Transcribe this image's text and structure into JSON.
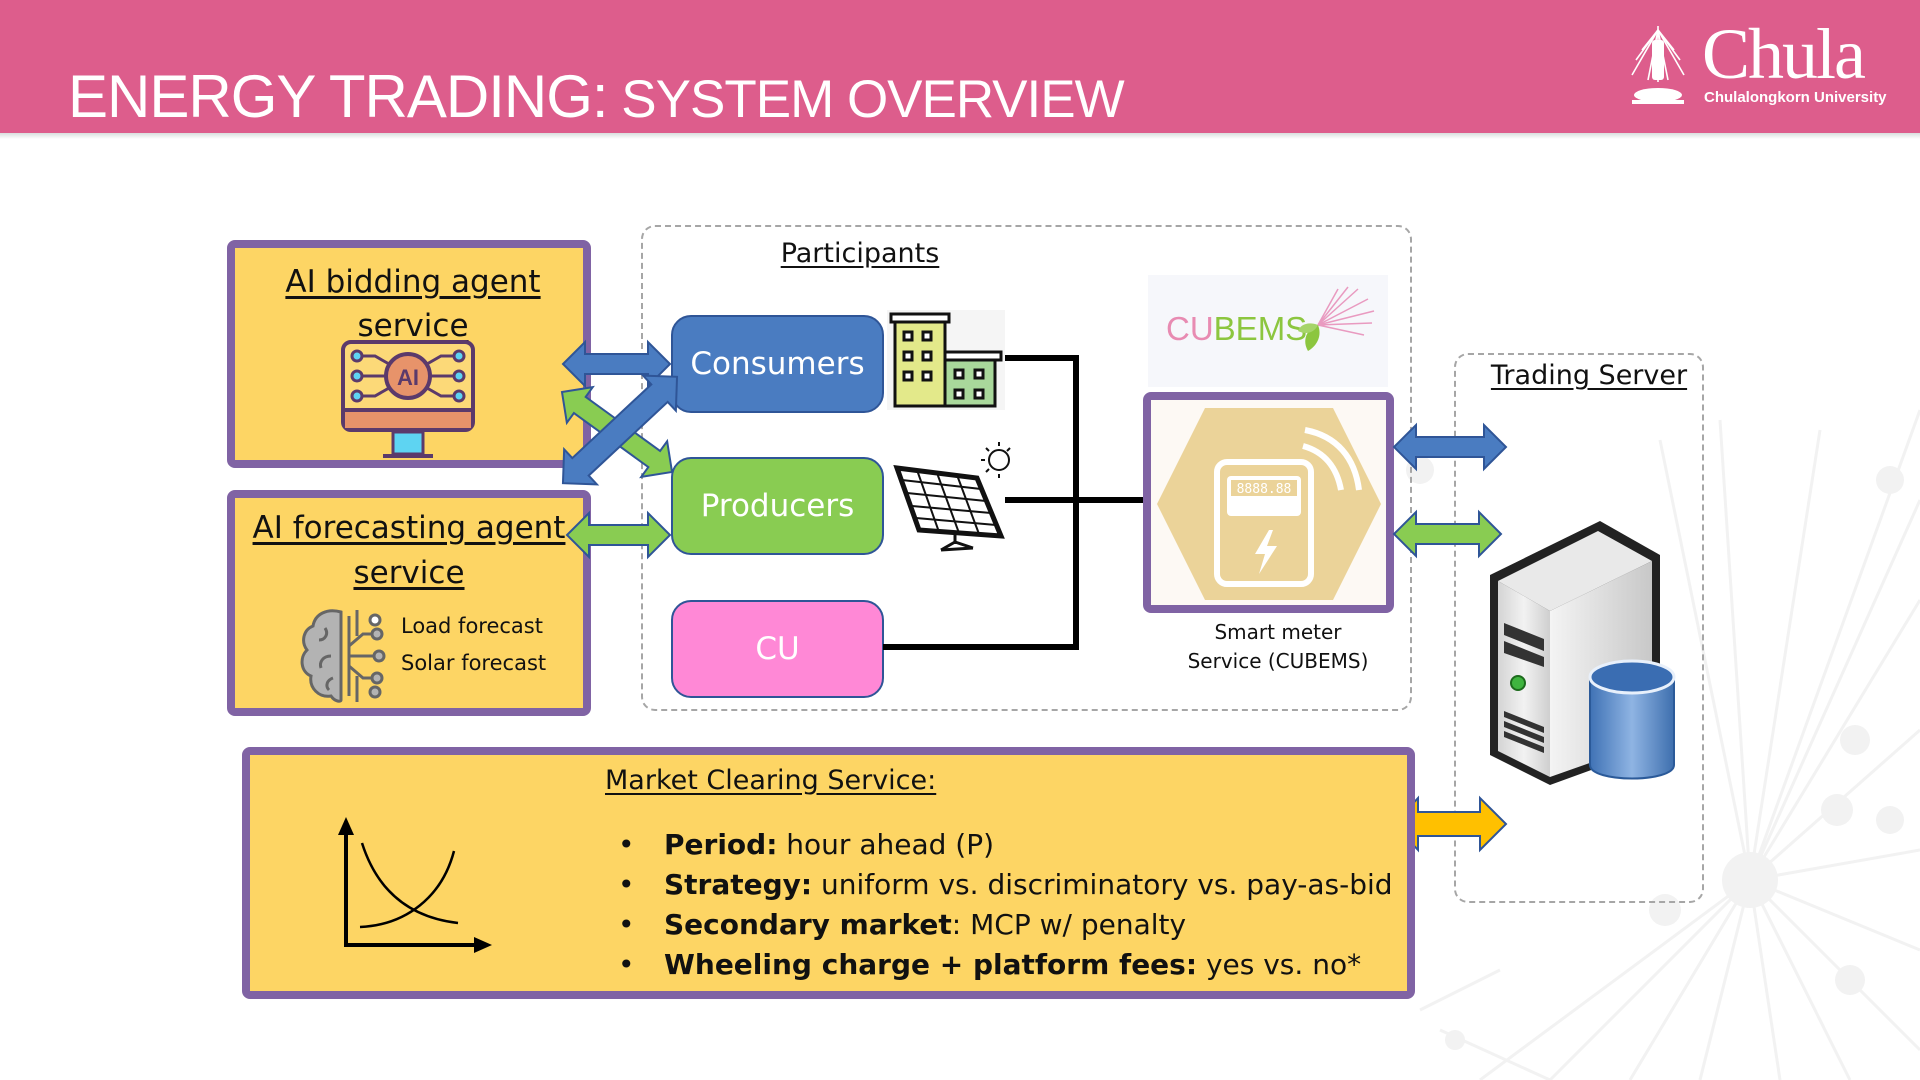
{
  "header": {
    "title_main": "ENERGY TRADING:",
    "title_sub": " SYSTEM OVERVIEW",
    "logo": {
      "wordmark": "Chula",
      "subtitle": "Chulalongkorn University",
      "icon": "chula-emblem-icon"
    },
    "color": "#dd5d8c"
  },
  "left_panel": {
    "bidding": {
      "title": "AI bidding agent service",
      "icon": "ai-monitor-icon"
    },
    "forecasting": {
      "title_line1": "AI forecasting agent",
      "title_line2": "service",
      "icon": "ai-brain-icon",
      "items": [
        "Load forecast",
        "Solar forecast"
      ]
    }
  },
  "participants": {
    "title": "Participants",
    "consumers": {
      "label": "Consumers",
      "color": "#4a7cc1",
      "icon": "buildings-icon"
    },
    "producers": {
      "label": "Producers",
      "color": "#89cc52",
      "icon": "solar-panel-icon"
    },
    "cu": {
      "label": "CU",
      "color": "#ff88d6"
    }
  },
  "smart_meter": {
    "logo_text_1": "CU",
    "logo_text_2": "BEMS",
    "icon": "smart-meter-icon",
    "display_digits": "8888.88",
    "label_line1": "Smart meter",
    "label_line2": "Service (CUBEMS)"
  },
  "trading_server": {
    "title": "Trading Server",
    "icon": "server-database-icon"
  },
  "market_clearing": {
    "title": "Market Clearing Service:",
    "icon": "supply-demand-curve-icon",
    "bullets": [
      {
        "label": "Period:",
        "value": " hour ahead (P)"
      },
      {
        "label": "Strategy:",
        "value": " uniform vs. discriminatory vs. pay-as-bid"
      },
      {
        "label": "Secondary market",
        "value": ": MCP w/ penalty"
      },
      {
        "label": "Wheeling charge + platform fees:",
        "value": " yes vs. no*"
      }
    ]
  },
  "colors": {
    "box_fill": "#fdd564",
    "box_border": "#8063a4",
    "arrow_blue": "#4a7cc1",
    "arrow_green": "#89cc52",
    "arrow_gold": "#ffc000"
  }
}
